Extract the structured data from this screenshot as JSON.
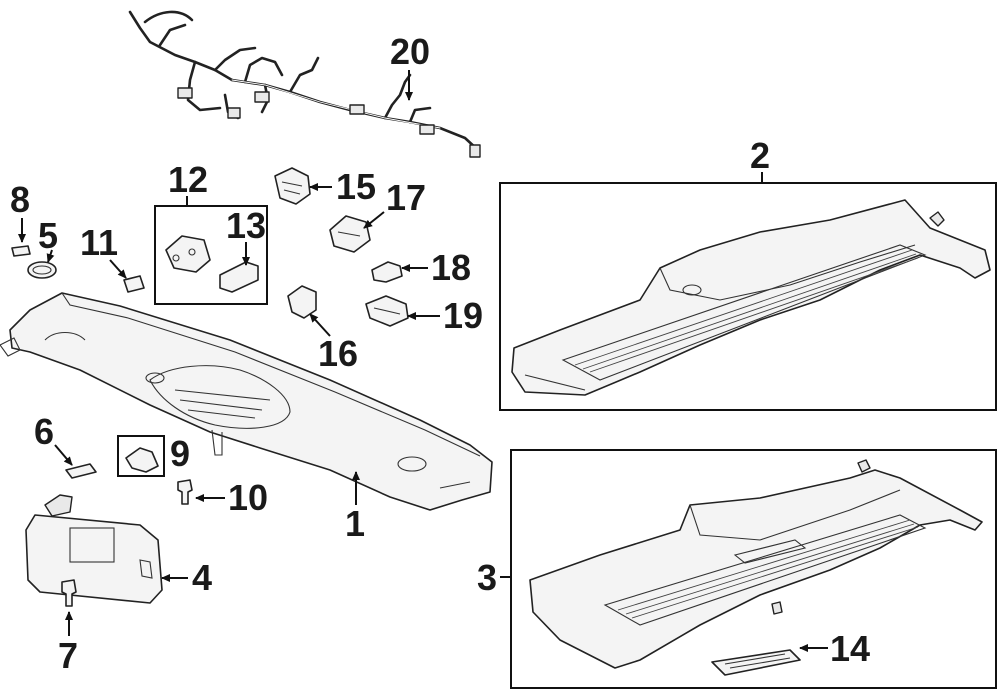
{
  "callouts": {
    "c1": "1",
    "c2": "2",
    "c3": "3",
    "c4": "4",
    "c5": "5",
    "c6": "6",
    "c7": "7",
    "c8": "8",
    "c9": "9",
    "c10": "10",
    "c11": "11",
    "c12": "12",
    "c13": "13",
    "c14": "14",
    "c15": "15",
    "c16": "16",
    "c17": "17",
    "c18": "18",
    "c19": "19",
    "c20": "20"
  },
  "colors": {
    "ink": "#1a1a1a",
    "part_fill": "#f4f4f4",
    "background": "#ffffff"
  }
}
